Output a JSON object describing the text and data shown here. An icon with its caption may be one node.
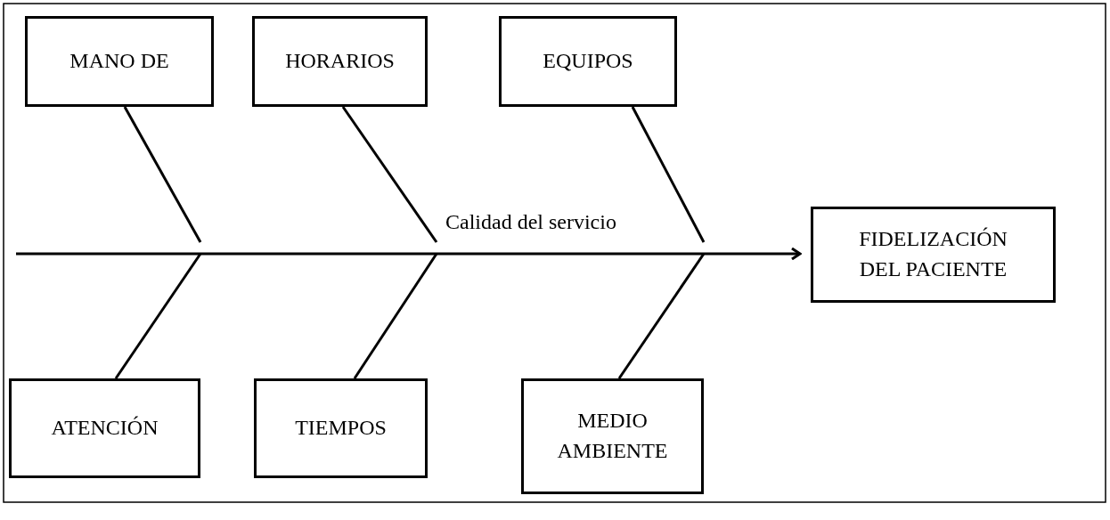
{
  "diagram": {
    "nodes": [
      {
        "text": [
          "MANO DE"
        ]
      },
      {
        "text": [
          "HORARIOS"
        ]
      },
      {
        "text": [
          "EQUIPOS"
        ]
      },
      {
        "text": [
          "ATENCIÓN"
        ]
      },
      {
        "text": [
          "TIEMPOS"
        ]
      },
      {
        "text": [
          "MEDIO AMBIENTE"
        ]
      },
      {
        "text": [
          "FIDELIZACIÓN DEL PACIENTE"
        ]
      }
    ],
    "edges": [
      {
        "from": null,
        "to": 6,
        "arrow": "to",
        "label": "Calidad del servicio"
      },
      {
        "from": 0,
        "to": null,
        "arrow": "none"
      },
      {
        "from": 3,
        "to": null,
        "arrow": "none"
      },
      {
        "from": 1,
        "to": null,
        "arrow": "none"
      },
      {
        "from": 4,
        "to": null,
        "arrow": "none"
      },
      {
        "from": 2,
        "to": null,
        "arrow": "none"
      },
      {
        "from": 5,
        "to": null,
        "arrow": "none"
      }
    ]
  }
}
